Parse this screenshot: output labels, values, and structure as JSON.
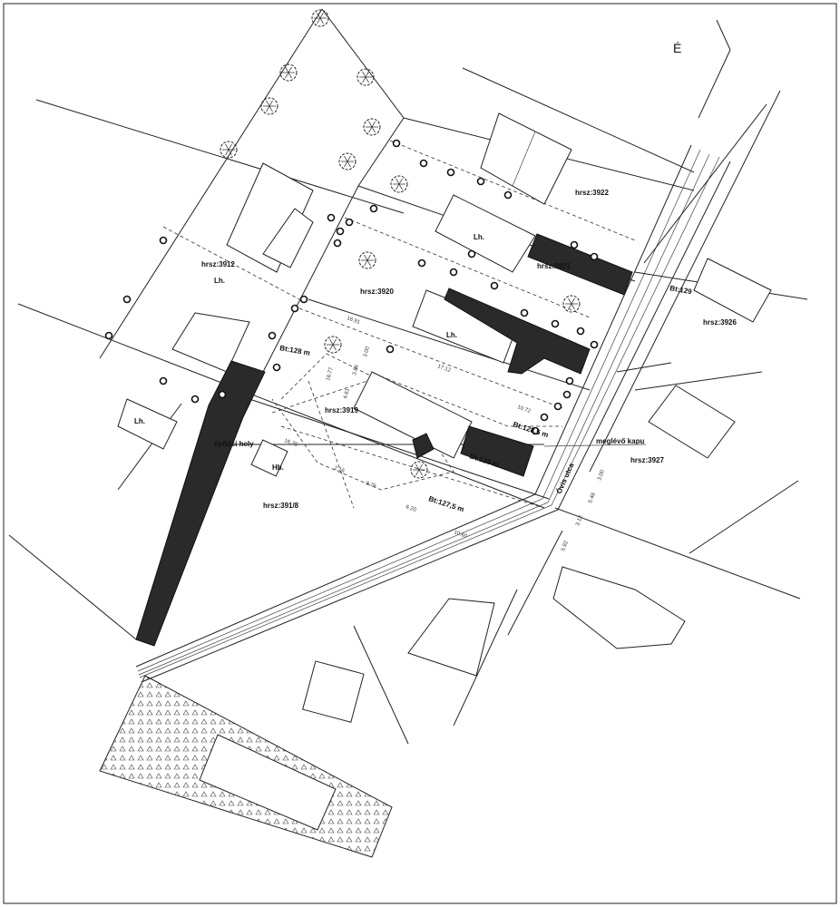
{
  "north": "É",
  "parcels": {
    "p3922": "hrsz:3922",
    "p3912": "hrsz:3912",
    "p3921": "hrsz:3921",
    "p3926": "hrsz:3926",
    "p3920": "hrsz:3920",
    "p3919": "hrsz:3919",
    "p3927": "hrsz:3927",
    "p3918": "hrsz:391/8"
  },
  "buildings": {
    "lh": "Lh.",
    "hb": "Hb."
  },
  "levels": {
    "bt129": "Bt:129",
    "bt128_left": "Bt:128 m",
    "bt128_5": "Bt:128,5 m",
    "bt128_right": "Bt:128 m",
    "bt127_5": "Bt:127,5 m"
  },
  "annotations": {
    "gate": "meglévő kapu",
    "building_area": "építési hely",
    "street": "Óvis utca"
  },
  "dimensions": [
    "16.91",
    "17.12",
    "10.72",
    "16.77",
    "3.00",
    "3.86",
    "4.61",
    "16.70",
    "2.16",
    "8.76",
    "6.20",
    "10.60",
    "3.00",
    "5.48",
    "3.12",
    "5.92"
  ]
}
